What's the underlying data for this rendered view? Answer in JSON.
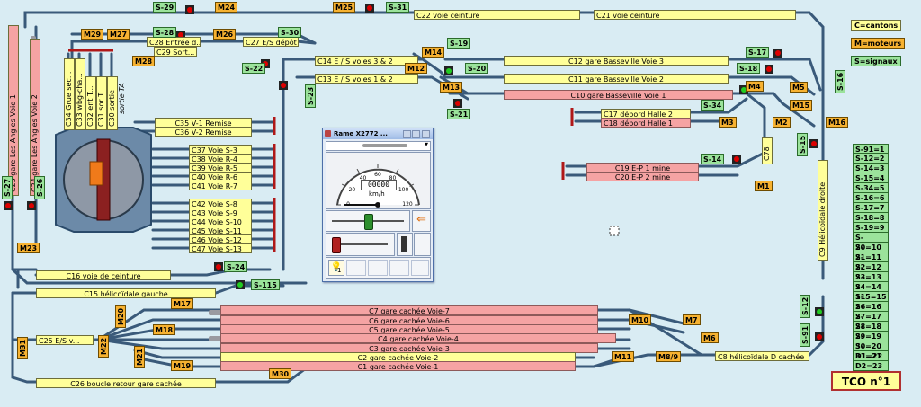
{
  "board": {
    "title": "TCO n°1",
    "legend": [
      "C=cantons",
      "M=moteurs",
      "S=signaux"
    ],
    "signal_list": [
      "S-91=1",
      "S-12=2",
      "S-14=3",
      "S-15=4",
      "S-34=5",
      "S-16=6",
      "S-17=7",
      "S-18=8",
      "S-19=9",
      "S-20=10",
      "S-21=11",
      "S-22=12",
      "S-23=13",
      "S-24=14",
      "S-115=15",
      "S-26=16",
      "S-27=17",
      "S-28=18",
      "S-29=19",
      "S-30=20",
      "S-31=21",
      "D1=22",
      "D2=23"
    ],
    "cantons": {
      "c22": "C22 voie ceinture",
      "c21": "C21 voie ceinture",
      "c28": "C28 Entrée d...",
      "c27": "C27 E/S dépôt",
      "c29": "C29 Sort...",
      "c14": "C14  E / S voies 3 & 2",
      "c13": "C13  E / S voies 1 & 2",
      "c12": "C12 gare Basseville Voie 3",
      "c11": "C11 gare Basseville Voie 2",
      "c10": "C10 gare Basseville Voie 1",
      "c17": "C17 débord Halle 2",
      "c18": "C18 débord Halle 1",
      "c19": "C19 E-P 1 mine",
      "c20": "C20 E-P 2 mine",
      "c35": "C35 V-1 Remise",
      "c36": "C36 V-2 Remise",
      "c37": "C37 Voie S-3",
      "c38": "C38 Voie R-4",
      "c39": "C39 Voie R-5",
      "c40": "C40 Voie R-6",
      "c41": "C41 Voie R-7",
      "c42": "C42 Voie S-8",
      "c43": "C43 Voie S-9",
      "c44": "C44 Voie S-10",
      "c45": "C45 Voie S-11",
      "c46": "C46 Voie S-12",
      "c47": "C47 Voie S-13",
      "c16": "C16 voie de ceinture",
      "c15": "C15 hélicoïdale gauche",
      "c25": "C25 E/S v...",
      "c26": "C26 boucle retour gare cachée",
      "c7": "C7 gare cachée Voie-7",
      "c6": "C6 gare cachée Voie-6",
      "c5": "C5 gare cachée Voie-5",
      "c4": "C4 gare cachée Voie-4",
      "c3": "C3 gare cachée Voie-3",
      "c2": "C2 gare cachée Voie-2",
      "c1": "C1 gare cachée Voie-1",
      "c8": "C8 hélicoïdale D cachée",
      "c9": "C9 Hélicoïdale droite",
      "c78": "C78",
      "c23": "C23 gare Les Angles Voie 1",
      "c24": "C24 gare Les Angles Voie 2",
      "c34": "C34 Grue sec...",
      "c33": "C33 wbg-cha...",
      "c32": "C32 ent T...",
      "c31": "C31 sor T...",
      "c30": "C30 sortie",
      "sortie_ta": "sortie TA"
    },
    "motors": {
      "m24": "M24",
      "m25": "M25",
      "m29": "M29",
      "m27": "M27",
      "m28": "M28",
      "m26": "M26",
      "m14": "M14",
      "m12": "M12",
      "m13": "M13",
      "m4": "M4",
      "m5": "M5",
      "m15": "M15",
      "m16": "M16",
      "m2": "M2",
      "m3": "M3",
      "m1": "M1",
      "m23": "M23",
      "m17": "M17",
      "m18": "M18",
      "m20": "M20",
      "m22": "M22",
      "m21": "M21",
      "m19": "M19",
      "m30": "M30",
      "m31": "M31",
      "m10": "M10",
      "m7": "M7",
      "m6": "M6",
      "m11": "M11",
      "m89": "M8/9"
    },
    "signals": {
      "s29": "S-29",
      "s30": "S-30",
      "s31": "S-31",
      "s28": "S-28",
      "s22": "S-22",
      "s23": "S-23",
      "s19": "S-19",
      "s20": "S-20",
      "s21": "S-21",
      "s17": "S-17",
      "s18": "S-18",
      "s16": "S-16",
      "s34": "S-34",
      "s14": "S-14",
      "s15": "S-15",
      "s24": "S-24",
      "s115": "S-115",
      "s27": "S-27",
      "s26": "S-26",
      "s12": "S-12",
      "s91": "S-91"
    }
  },
  "window": {
    "title": "Rame X2772 ...",
    "speed_unit": "km/h",
    "odometer": "00000",
    "dial_ticks": [
      "0",
      "20",
      "40",
      "60",
      "80",
      "100",
      "120"
    ],
    "footer_count": "1",
    "speed_kmh": 0,
    "throttle_level": 0.5
  },
  "colors": {
    "background": "#d9ecf3",
    "track": "#3a5a7a",
    "canton_free": "#ffff99",
    "canton_occupied": "#f5a3a3",
    "motor": "#f7b231",
    "signal": "#9be39b",
    "signal_red": "#d00000",
    "arrow": "#cc0000"
  }
}
